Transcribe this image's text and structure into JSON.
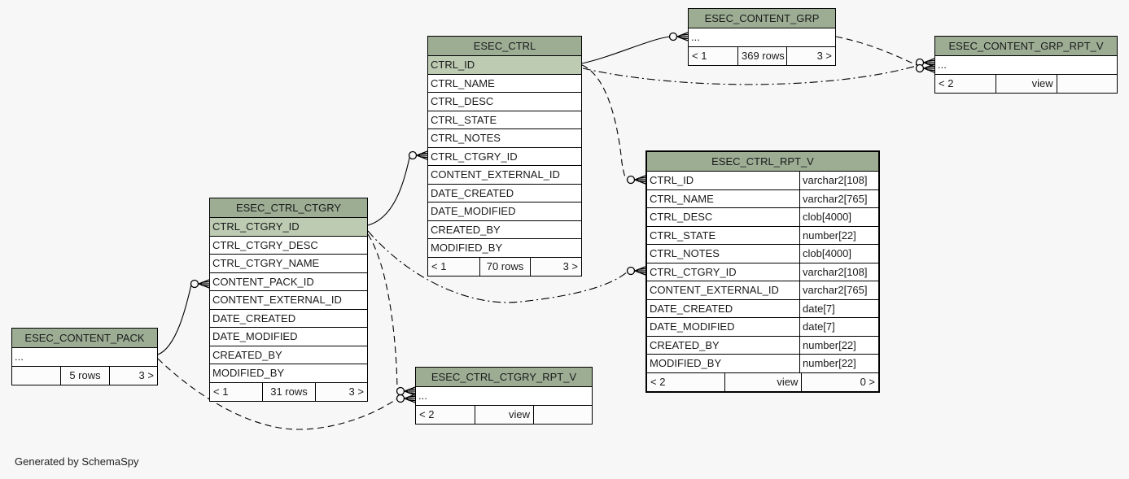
{
  "diagram": {
    "generated_by": "Generated by SchemaSpy",
    "background_color": "#f7f7f7",
    "colors": {
      "table_header_bg": "#9CAD94",
      "key_column_bg": "#BCCBB2",
      "row_bg": "#ffffff",
      "border": "#000000"
    },
    "tables": [
      {
        "id": "esec_content_grp",
        "name": "ESEC_CONTENT_GRP",
        "emphasized": false,
        "columns": [
          {
            "name": "...",
            "type": "",
            "key": false
          }
        ],
        "footer": [
          {
            "text": "< 1",
            "align": "left"
          },
          {
            "text": "369 rows",
            "align": "center"
          },
          {
            "text": "3 >",
            "align": "right"
          }
        ]
      },
      {
        "id": "esec_content_grp_rpt_v",
        "name": "ESEC_CONTENT_GRP_RPT_V",
        "emphasized": false,
        "columns": [
          {
            "name": "...",
            "type": "",
            "key": false
          }
        ],
        "footer": [
          {
            "text": "< 2",
            "align": "left"
          },
          {
            "text": "view",
            "align": "right"
          },
          {
            "text": "",
            "align": "left"
          }
        ]
      },
      {
        "id": "esec_ctrl",
        "name": "ESEC_CTRL",
        "emphasized": false,
        "columns": [
          {
            "name": "CTRL_ID",
            "type": "",
            "key": true
          },
          {
            "name": "CTRL_NAME",
            "type": "",
            "key": false
          },
          {
            "name": "CTRL_DESC",
            "type": "",
            "key": false
          },
          {
            "name": "CTRL_STATE",
            "type": "",
            "key": false
          },
          {
            "name": "CTRL_NOTES",
            "type": "",
            "key": false
          },
          {
            "name": "CTRL_CTGRY_ID",
            "type": "",
            "key": false
          },
          {
            "name": "CONTENT_EXTERNAL_ID",
            "type": "",
            "key": false
          },
          {
            "name": "DATE_CREATED",
            "type": "",
            "key": false
          },
          {
            "name": "DATE_MODIFIED",
            "type": "",
            "key": false
          },
          {
            "name": "CREATED_BY",
            "type": "",
            "key": false
          },
          {
            "name": "MODIFIED_BY",
            "type": "",
            "key": false
          }
        ],
        "footer": [
          {
            "text": "< 1",
            "align": "left"
          },
          {
            "text": "70 rows",
            "align": "center"
          },
          {
            "text": "3 >",
            "align": "right"
          }
        ]
      },
      {
        "id": "esec_ctrl_rpt_v",
        "name": "ESEC_CTRL_RPT_V",
        "emphasized": true,
        "columns": [
          {
            "name": "CTRL_ID",
            "type": "varchar2[108]",
            "key": false
          },
          {
            "name": "CTRL_NAME",
            "type": "varchar2[765]",
            "key": false
          },
          {
            "name": "CTRL_DESC",
            "type": "clob[4000]",
            "key": false
          },
          {
            "name": "CTRL_STATE",
            "type": "number[22]",
            "key": false
          },
          {
            "name": "CTRL_NOTES",
            "type": "clob[4000]",
            "key": false
          },
          {
            "name": "CTRL_CTGRY_ID",
            "type": "varchar2[108]",
            "key": false
          },
          {
            "name": "CONTENT_EXTERNAL_ID",
            "type": "varchar2[765]",
            "key": false
          },
          {
            "name": "DATE_CREATED",
            "type": "date[7]",
            "key": false
          },
          {
            "name": "DATE_MODIFIED",
            "type": "date[7]",
            "key": false
          },
          {
            "name": "CREATED_BY",
            "type": "number[22]",
            "key": false
          },
          {
            "name": "MODIFIED_BY",
            "type": "number[22]",
            "key": false
          }
        ],
        "footer": [
          {
            "text": "< 2",
            "align": "left"
          },
          {
            "text": "view",
            "align": "right"
          },
          {
            "text": "0 >",
            "align": "right"
          }
        ]
      },
      {
        "id": "esec_ctrl_ctgry",
        "name": "ESEC_CTRL_CTGRY",
        "emphasized": false,
        "columns": [
          {
            "name": "CTRL_CTGRY_ID",
            "type": "",
            "key": true
          },
          {
            "name": "CTRL_CTGRY_DESC",
            "type": "",
            "key": false
          },
          {
            "name": "CTRL_CTGRY_NAME",
            "type": "",
            "key": false
          },
          {
            "name": "CONTENT_PACK_ID",
            "type": "",
            "key": false
          },
          {
            "name": "CONTENT_EXTERNAL_ID",
            "type": "",
            "key": false
          },
          {
            "name": "DATE_CREATED",
            "type": "",
            "key": false
          },
          {
            "name": "DATE_MODIFIED",
            "type": "",
            "key": false
          },
          {
            "name": "CREATED_BY",
            "type": "",
            "key": false
          },
          {
            "name": "MODIFIED_BY",
            "type": "",
            "key": false
          }
        ],
        "footer": [
          {
            "text": "< 1",
            "align": "left"
          },
          {
            "text": "31 rows",
            "align": "center"
          },
          {
            "text": "3 >",
            "align": "right"
          }
        ]
      },
      {
        "id": "esec_content_pack",
        "name": "ESEC_CONTENT_PACK",
        "emphasized": false,
        "columns": [
          {
            "name": "...",
            "type": "",
            "key": false
          }
        ],
        "footer": [
          {
            "text": "",
            "align": "left"
          },
          {
            "text": "5 rows",
            "align": "center"
          },
          {
            "text": "3 >",
            "align": "right"
          }
        ]
      },
      {
        "id": "esec_ctrl_ctgry_rpt_v",
        "name": "ESEC_CTRL_CTGRY_RPT_V",
        "emphasized": false,
        "columns": [
          {
            "name": "...",
            "type": "",
            "key": false
          }
        ],
        "footer": [
          {
            "text": "< 2",
            "align": "left"
          },
          {
            "text": "view",
            "align": "right"
          },
          {
            "text": "",
            "align": "left"
          }
        ]
      }
    ],
    "relationships": [
      {
        "source": "ESEC_CTRL.CTRL_ID",
        "target": "ESEC_CONTENT_GRP",
        "style": "solid"
      },
      {
        "source": "ESEC_CTRL_CTGRY.CTRL_CTGRY_ID",
        "target": "ESEC_CTRL.CTRL_CTGRY_ID",
        "style": "solid"
      },
      {
        "source": "ESEC_CONTENT_PACK",
        "target": "ESEC_CTRL_CTGRY.CONTENT_PACK_ID",
        "style": "solid"
      },
      {
        "source": "ESEC_CTRL.CTRL_ID",
        "target": "ESEC_CTRL_RPT_V.CTRL_ID",
        "style": "dashed"
      },
      {
        "source": "ESEC_CTRL.CTRL_ID",
        "target": "ESEC_CONTENT_GRP_RPT_V",
        "style": "dashed"
      },
      {
        "source": "ESEC_CONTENT_GRP",
        "target": "ESEC_CONTENT_GRP_RPT_V",
        "style": "dashed"
      },
      {
        "source": "ESEC_CTRL_CTGRY.CTRL_CTGRY_ID",
        "target": "ESEC_CTRL_RPT_V.CTRL_CTGRY_ID",
        "style": "dashed"
      },
      {
        "source": "ESEC_CTRL_CTGRY",
        "target": "ESEC_CTRL_CTGRY_RPT_V",
        "style": "dashed"
      },
      {
        "source": "ESEC_CONTENT_PACK",
        "target": "ESEC_CTRL_CTGRY_RPT_V",
        "style": "dashed"
      }
    ]
  }
}
